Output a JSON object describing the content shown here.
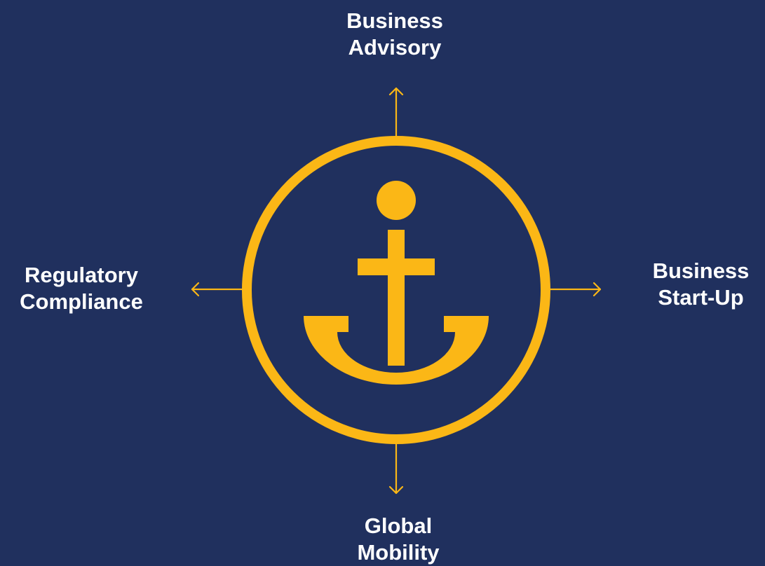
{
  "colors": {
    "background": "#20305e",
    "accent": "#fbb716",
    "text": "#ffffff"
  },
  "center": {
    "icon": "anchor-icon"
  },
  "labels": {
    "top": {
      "line1": "Business",
      "line2": "Advisory"
    },
    "left": {
      "line1": "Regulatory",
      "line2": "Compliance"
    },
    "right": {
      "line1": "Business",
      "line2": "Start-Up"
    },
    "bottom": {
      "line1": "Global",
      "line2": "Mobility"
    }
  }
}
